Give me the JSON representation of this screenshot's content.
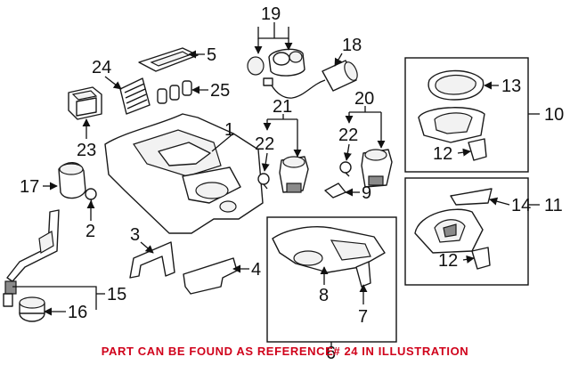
{
  "callouts": [
    "19",
    "18",
    "5",
    "24",
    "25",
    "1",
    "21",
    "20",
    "13",
    "10",
    "22",
    "22",
    "12",
    "23",
    "17",
    "2",
    "9",
    "14",
    "11",
    "3",
    "4",
    "12",
    "8",
    "15",
    "16",
    "7",
    "6"
  ],
  "footer_note": "PART CAN BE FOUND AS REFERENCE# 24 IN ILLUSTRATION",
  "colors": {
    "line": "#111111",
    "note": "#d0021b",
    "background": "#ffffff"
  }
}
